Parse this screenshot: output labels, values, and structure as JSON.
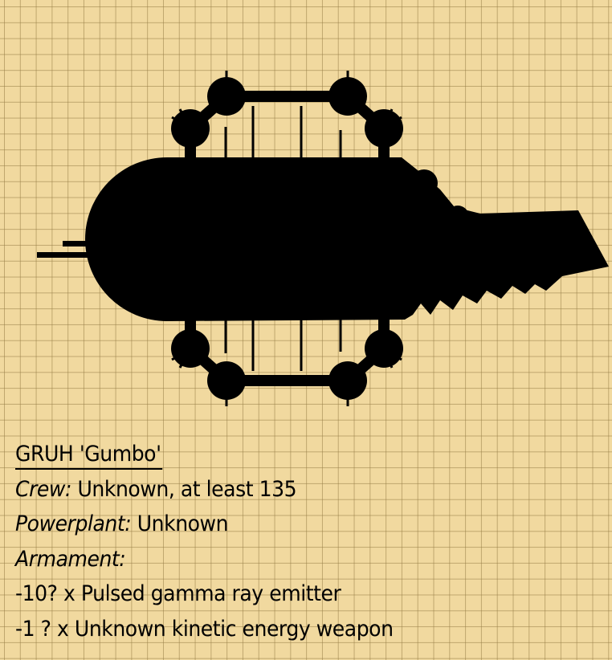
{
  "ship_name": "GRUH 'Gumbo'",
  "crew": {
    "label": "Crew:",
    "value": "Unknown, at least 135"
  },
  "powerplant": {
    "label": "Powerplant:",
    "value": "Unknown"
  },
  "armament": {
    "label": "Armament:",
    "items": [
      "-10? x Pulsed gamma ray emitter",
      "-1 ? x Unknown kinetic energy weapon"
    ]
  },
  "colors": {
    "paper": "#f1d99f",
    "grid": "#9a8146",
    "ink": "#000000"
  }
}
